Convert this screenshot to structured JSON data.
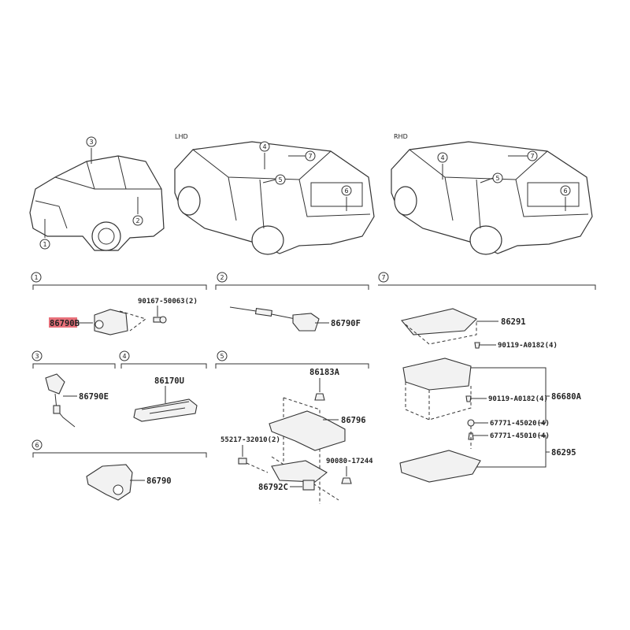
{
  "headers": {
    "lhd": "LHD",
    "rhd": "RHD"
  },
  "overview_callouts": {
    "front": [
      "3",
      "2",
      "1"
    ],
    "lhd": [
      "4",
      "7",
      "5",
      "6"
    ],
    "rhd": [
      "4",
      "7",
      "5",
      "6"
    ]
  },
  "highlight_color": "#e8707a",
  "sections": {
    "s1": {
      "number": "1",
      "parts": {
        "bolt": "90167-50063(2)",
        "camera": "86790B"
      }
    },
    "s2": {
      "number": "2",
      "parts": {
        "camera": "86790F"
      }
    },
    "s3": {
      "number": "3",
      "parts": {
        "camera": "86790E"
      }
    },
    "s4": {
      "number": "4",
      "parts": {
        "remote": "86170U"
      }
    },
    "s5": {
      "number": "5",
      "parts": {
        "clip": "86183A",
        "cover": "86796",
        "clamp": "55217-32010(2)",
        "nut": "90080-17244",
        "module": "86792C"
      }
    },
    "s6": {
      "number": "6",
      "parts": {
        "camera": "86790"
      }
    },
    "s7": {
      "number": "7",
      "parts": {
        "frame": "86291",
        "screw_top": "90119-A0182(4)",
        "display": "86680A",
        "screw_mid": "90119-A0182(4)",
        "nut_a": "67771-45020(4)",
        "nut_b": "67771-45010(4)",
        "housing": "86295"
      }
    }
  }
}
